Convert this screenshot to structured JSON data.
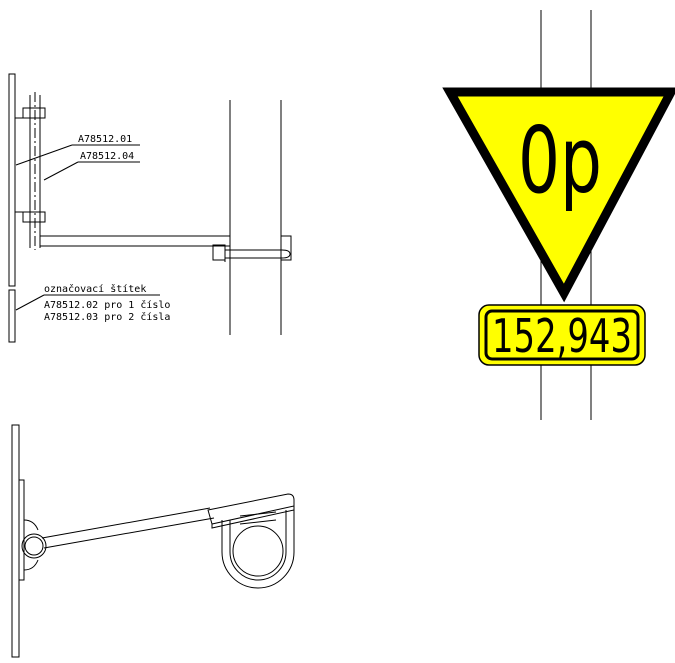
{
  "labels": {
    "part_01": "A78512.01",
    "part_04": "A78512.04",
    "plate_title": "označovací štítek",
    "plate_line1": "A78512.02 pro 1 číslo",
    "plate_line2": "A78512.03 pro 2 čísla"
  },
  "sign": {
    "text": "0p",
    "plate_number": "152,943",
    "color": "#ffff00"
  }
}
